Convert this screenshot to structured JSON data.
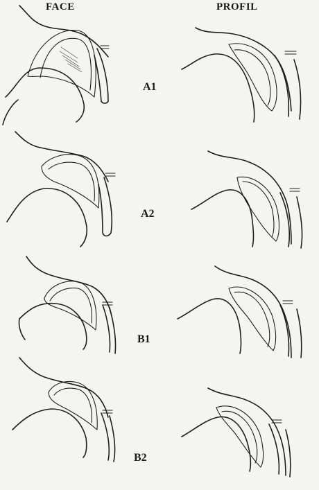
{
  "headers": {
    "face": "FACE",
    "profil": "PROFIL"
  },
  "rows": [
    {
      "label": "A1"
    },
    {
      "label": "A2"
    },
    {
      "label": "B1"
    },
    {
      "label": "B2"
    }
  ]
}
